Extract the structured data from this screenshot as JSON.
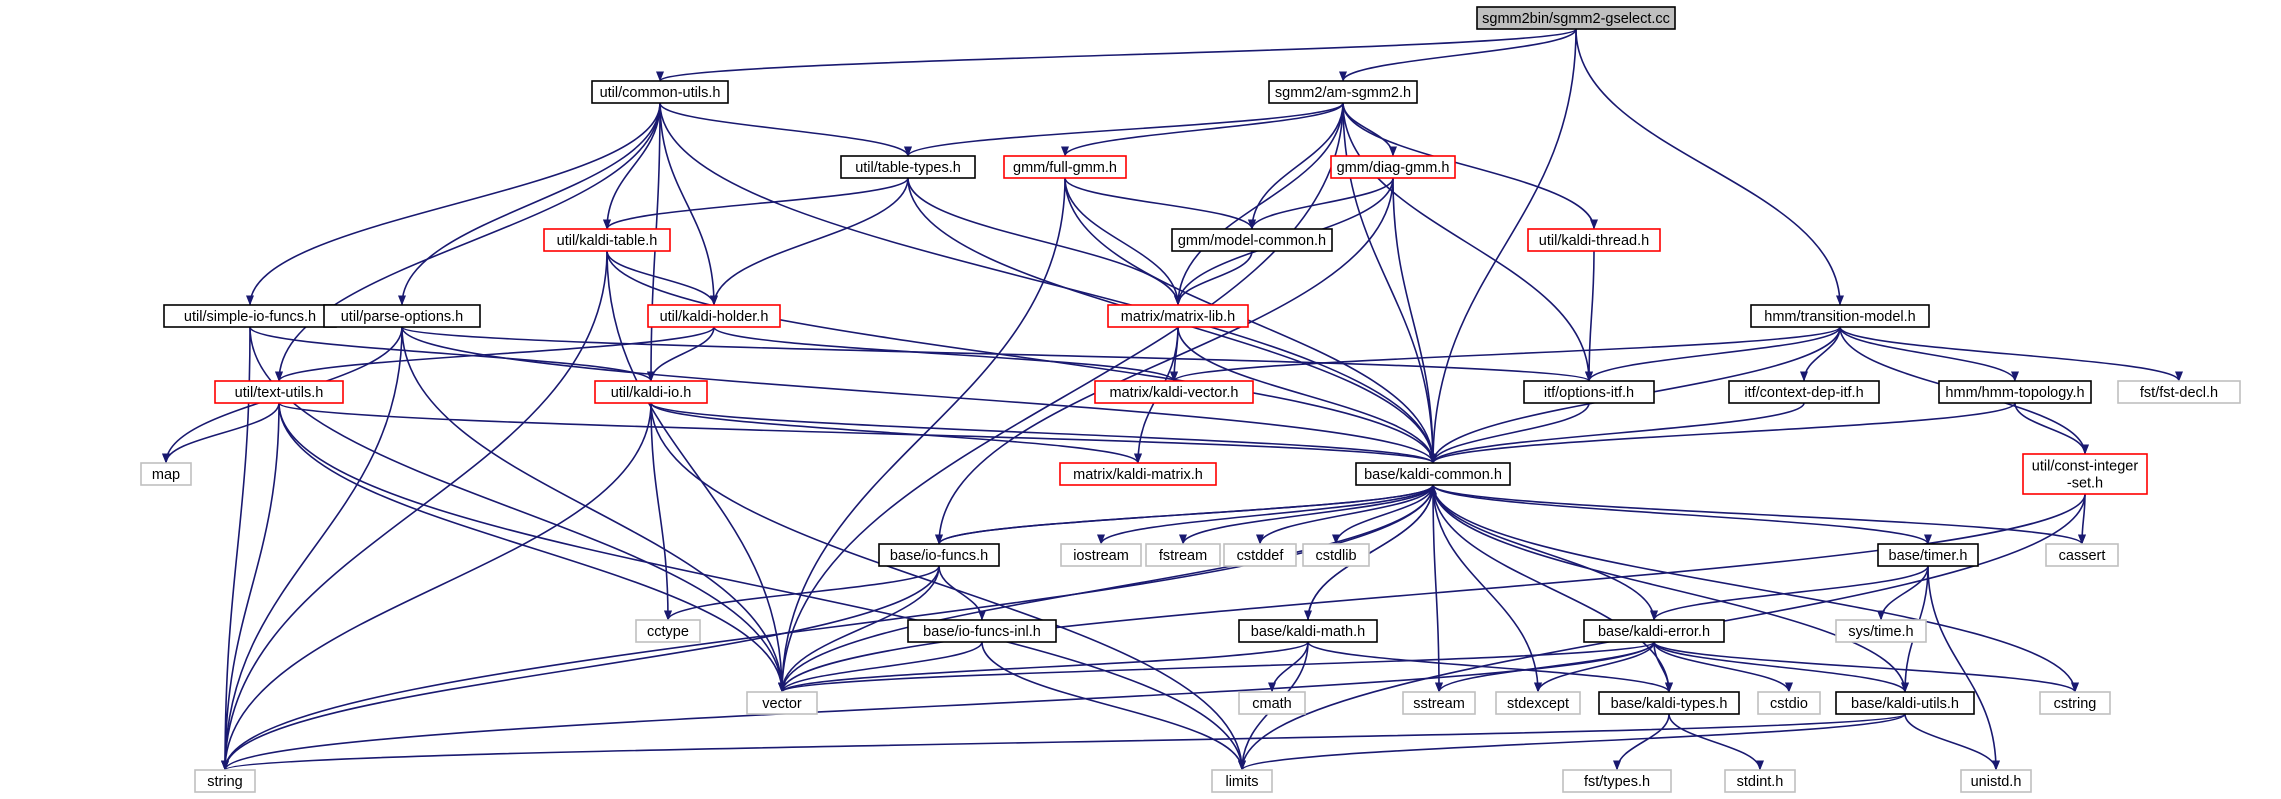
{
  "colors": {
    "edge": "#191970",
    "root_fill": "#bfbfbf",
    "normal_border": "#000000",
    "truncated_border": "#ff0000",
    "system_border": "#bfbfbf",
    "background": "#ffffff"
  },
  "nodes": [
    {
      "id": "root",
      "label": "sgmm2bin/sgmm2-gselect.cc",
      "style": "root"
    },
    {
      "id": "common_utils",
      "label": "util/common-utils.h",
      "style": "normal"
    },
    {
      "id": "am_sgmm2",
      "label": "sgmm2/am-sgmm2.h",
      "style": "normal"
    },
    {
      "id": "table_types",
      "label": "util/table-types.h",
      "style": "normal"
    },
    {
      "id": "full_gmm",
      "label": "gmm/full-gmm.h",
      "style": "truncated"
    },
    {
      "id": "diag_gmm",
      "label": "gmm/diag-gmm.h",
      "style": "truncated"
    },
    {
      "id": "kaldi_table",
      "label": "util/kaldi-table.h",
      "style": "truncated"
    },
    {
      "id": "model_common",
      "label": "gmm/model-common.h",
      "style": "normal"
    },
    {
      "id": "kaldi_thread",
      "label": "util/kaldi-thread.h",
      "style": "truncated"
    },
    {
      "id": "simple_io",
      "label": "util/simple-io-funcs.h",
      "style": "normal"
    },
    {
      "id": "parse_options",
      "label": "util/parse-options.h",
      "style": "normal"
    },
    {
      "id": "kaldi_holder",
      "label": "util/kaldi-holder.h",
      "style": "truncated"
    },
    {
      "id": "matrix_lib",
      "label": "matrix/matrix-lib.h",
      "style": "truncated"
    },
    {
      "id": "transition_model",
      "label": "hmm/transition-model.h",
      "style": "normal"
    },
    {
      "id": "text_utils",
      "label": "util/text-utils.h",
      "style": "truncated"
    },
    {
      "id": "kaldi_io",
      "label": "util/kaldi-io.h",
      "style": "truncated"
    },
    {
      "id": "kaldi_vector",
      "label": "matrix/kaldi-vector.h",
      "style": "truncated"
    },
    {
      "id": "options_itf",
      "label": "itf/options-itf.h",
      "style": "normal"
    },
    {
      "id": "context_dep_itf",
      "label": "itf/context-dep-itf.h",
      "style": "normal"
    },
    {
      "id": "hmm_topology",
      "label": "hmm/hmm-topology.h",
      "style": "normal"
    },
    {
      "id": "fst_decl",
      "label": "fst/fst-decl.h",
      "style": "system"
    },
    {
      "id": "map",
      "label": "map",
      "style": "system"
    },
    {
      "id": "kaldi_matrix",
      "label": "matrix/kaldi-matrix.h",
      "style": "truncated"
    },
    {
      "id": "kaldi_common",
      "label": "base/kaldi-common.h",
      "style": "normal"
    },
    {
      "id": "const_integer_set",
      "label": "util/const-integer\n-set.h",
      "style": "truncated"
    },
    {
      "id": "io_funcs",
      "label": "base/io-funcs.h",
      "style": "normal"
    },
    {
      "id": "iostream",
      "label": "iostream",
      "style": "system"
    },
    {
      "id": "fstream",
      "label": "fstream",
      "style": "system"
    },
    {
      "id": "cstddef",
      "label": "cstddef",
      "style": "system"
    },
    {
      "id": "cstdlib",
      "label": "cstdlib",
      "style": "system"
    },
    {
      "id": "timer",
      "label": "base/timer.h",
      "style": "normal"
    },
    {
      "id": "cassert",
      "label": "cassert",
      "style": "system"
    },
    {
      "id": "cctype",
      "label": "cctype",
      "style": "system"
    },
    {
      "id": "io_funcs_inl",
      "label": "base/io-funcs-inl.h",
      "style": "normal"
    },
    {
      "id": "kaldi_math",
      "label": "base/kaldi-math.h",
      "style": "normal"
    },
    {
      "id": "kaldi_error",
      "label": "base/kaldi-error.h",
      "style": "normal"
    },
    {
      "id": "sys_time",
      "label": "sys/time.h",
      "style": "system"
    },
    {
      "id": "vector",
      "label": "vector",
      "style": "system"
    },
    {
      "id": "cmath",
      "label": "cmath",
      "style": "system"
    },
    {
      "id": "sstream",
      "label": "sstream",
      "style": "system"
    },
    {
      "id": "stdexcept",
      "label": "stdexcept",
      "style": "system"
    },
    {
      "id": "kaldi_types",
      "label": "base/kaldi-types.h",
      "style": "normal"
    },
    {
      "id": "cstdio",
      "label": "cstdio",
      "style": "system"
    },
    {
      "id": "kaldi_utils",
      "label": "base/kaldi-utils.h",
      "style": "normal"
    },
    {
      "id": "cstring",
      "label": "cstring",
      "style": "system"
    },
    {
      "id": "string",
      "label": "string",
      "style": "system"
    },
    {
      "id": "limits",
      "label": "limits",
      "style": "system"
    },
    {
      "id": "fst_types",
      "label": "fst/types.h",
      "style": "system"
    },
    {
      "id": "stdint",
      "label": "stdint.h",
      "style": "system"
    },
    {
      "id": "unistd",
      "label": "unistd.h",
      "style": "system"
    }
  ],
  "edges": [
    [
      "root",
      "common_utils"
    ],
    [
      "root",
      "am_sgmm2"
    ],
    [
      "root",
      "transition_model"
    ],
    [
      "root",
      "kaldi_common"
    ],
    [
      "common_utils",
      "table_types"
    ],
    [
      "common_utils",
      "kaldi_table"
    ],
    [
      "common_utils",
      "kaldi_holder"
    ],
    [
      "common_utils",
      "kaldi_io"
    ],
    [
      "common_utils",
      "simple_io"
    ],
    [
      "common_utils",
      "parse_options"
    ],
    [
      "common_utils",
      "text_utils"
    ],
    [
      "common_utils",
      "kaldi_common"
    ],
    [
      "am_sgmm2",
      "table_types"
    ],
    [
      "am_sgmm2",
      "full_gmm"
    ],
    [
      "am_sgmm2",
      "diag_gmm"
    ],
    [
      "am_sgmm2",
      "model_common"
    ],
    [
      "am_sgmm2",
      "kaldi_thread"
    ],
    [
      "am_sgmm2",
      "matrix_lib"
    ],
    [
      "am_sgmm2",
      "options_itf"
    ],
    [
      "am_sgmm2",
      "kaldi_common"
    ],
    [
      "am_sgmm2",
      "vector"
    ],
    [
      "table_types",
      "kaldi_table"
    ],
    [
      "table_types",
      "kaldi_holder"
    ],
    [
      "table_types",
      "matrix_lib"
    ],
    [
      "table_types",
      "kaldi_common"
    ],
    [
      "full_gmm",
      "model_common"
    ],
    [
      "full_gmm",
      "matrix_lib"
    ],
    [
      "full_gmm",
      "kaldi_common"
    ],
    [
      "full_gmm",
      "vector"
    ],
    [
      "diag_gmm",
      "model_common"
    ],
    [
      "diag_gmm",
      "matrix_lib"
    ],
    [
      "diag_gmm",
      "kaldi_common"
    ],
    [
      "diag_gmm",
      "io_funcs"
    ],
    [
      "model_common",
      "matrix_lib"
    ],
    [
      "kaldi_thread",
      "options_itf"
    ],
    [
      "kaldi_table",
      "kaldi_holder"
    ],
    [
      "kaldi_table",
      "kaldi_common"
    ],
    [
      "kaldi_table",
      "string"
    ],
    [
      "kaldi_table",
      "vector"
    ],
    [
      "kaldi_holder",
      "kaldi_io"
    ],
    [
      "kaldi_holder",
      "text_utils"
    ],
    [
      "kaldi_holder",
      "kaldi_vector"
    ],
    [
      "simple_io",
      "kaldi_io"
    ],
    [
      "simple_io",
      "string"
    ],
    [
      "simple_io",
      "vector"
    ],
    [
      "parse_options",
      "options_itf"
    ],
    [
      "parse_options",
      "kaldi_common"
    ],
    [
      "parse_options",
      "map"
    ],
    [
      "parse_options",
      "string"
    ],
    [
      "parse_options",
      "vector"
    ],
    [
      "matrix_lib",
      "kaldi_vector"
    ],
    [
      "matrix_lib",
      "kaldi_matrix"
    ],
    [
      "matrix_lib",
      "kaldi_common"
    ],
    [
      "transition_model",
      "kaldi_vector"
    ],
    [
      "transition_model",
      "options_itf"
    ],
    [
      "transition_model",
      "context_dep_itf"
    ],
    [
      "transition_model",
      "hmm_topology"
    ],
    [
      "transition_model",
      "fst_decl"
    ],
    [
      "transition_model",
      "const_integer_set"
    ],
    [
      "transition_model",
      "kaldi_common"
    ],
    [
      "text_utils",
      "map"
    ],
    [
      "text_utils",
      "kaldi_common"
    ],
    [
      "text_utils",
      "string"
    ],
    [
      "text_utils",
      "vector"
    ],
    [
      "text_utils",
      "limits"
    ],
    [
      "kaldi_io",
      "kaldi_common"
    ],
    [
      "kaldi_io",
      "kaldi_matrix"
    ],
    [
      "kaldi_io",
      "cctype"
    ],
    [
      "kaldi_io",
      "string"
    ],
    [
      "kaldi_io",
      "limits"
    ],
    [
      "options_itf",
      "kaldi_common"
    ],
    [
      "context_dep_itf",
      "kaldi_common"
    ],
    [
      "hmm_topology",
      "kaldi_common"
    ],
    [
      "hmm_topology",
      "const_integer_set"
    ],
    [
      "const_integer_set",
      "cassert"
    ],
    [
      "const_integer_set",
      "vector"
    ],
    [
      "const_integer_set",
      "limits"
    ],
    [
      "kaldi_common",
      "io_funcs"
    ],
    [
      "kaldi_common",
      "iostream"
    ],
    [
      "kaldi_common",
      "fstream"
    ],
    [
      "kaldi_common",
      "cstddef"
    ],
    [
      "kaldi_common",
      "cstdlib"
    ],
    [
      "kaldi_common",
      "timer"
    ],
    [
      "kaldi_common",
      "cassert"
    ],
    [
      "kaldi_common",
      "kaldi_math"
    ],
    [
      "kaldi_common",
      "kaldi_error"
    ],
    [
      "kaldi_common",
      "kaldi_types"
    ],
    [
      "kaldi_common",
      "kaldi_utils"
    ],
    [
      "kaldi_common",
      "sstream"
    ],
    [
      "kaldi_common",
      "stdexcept"
    ],
    [
      "kaldi_common",
      "cstring"
    ],
    [
      "kaldi_common",
      "vector"
    ],
    [
      "kaldi_common",
      "string"
    ],
    [
      "io_funcs",
      "io_funcs_inl"
    ],
    [
      "io_funcs",
      "cctype"
    ],
    [
      "io_funcs",
      "vector"
    ],
    [
      "io_funcs",
      "string"
    ],
    [
      "io_funcs",
      "kaldi_common"
    ],
    [
      "io_funcs_inl",
      "vector"
    ],
    [
      "io_funcs_inl",
      "limits"
    ],
    [
      "timer",
      "kaldi_error"
    ],
    [
      "timer",
      "sys_time"
    ],
    [
      "timer",
      "kaldi_utils"
    ],
    [
      "timer",
      "unistd"
    ],
    [
      "kaldi_math",
      "kaldi_common"
    ],
    [
      "kaldi_math",
      "vector"
    ],
    [
      "kaldi_math",
      "kaldi_types"
    ],
    [
      "kaldi_math",
      "cmath"
    ],
    [
      "kaldi_math",
      "limits"
    ],
    [
      "kaldi_error",
      "vector"
    ],
    [
      "kaldi_error",
      "sstream"
    ],
    [
      "kaldi_error",
      "stdexcept"
    ],
    [
      "kaldi_error",
      "kaldi_types"
    ],
    [
      "kaldi_error",
      "cstdio"
    ],
    [
      "kaldi_error",
      "kaldi_utils"
    ],
    [
      "kaldi_error",
      "cstring"
    ],
    [
      "kaldi_error",
      "string"
    ],
    [
      "kaldi_types",
      "fst_types"
    ],
    [
      "kaldi_types",
      "stdint"
    ],
    [
      "kaldi_utils",
      "string"
    ],
    [
      "kaldi_utils",
      "limits"
    ],
    [
      "kaldi_utils",
      "unistd"
    ]
  ]
}
